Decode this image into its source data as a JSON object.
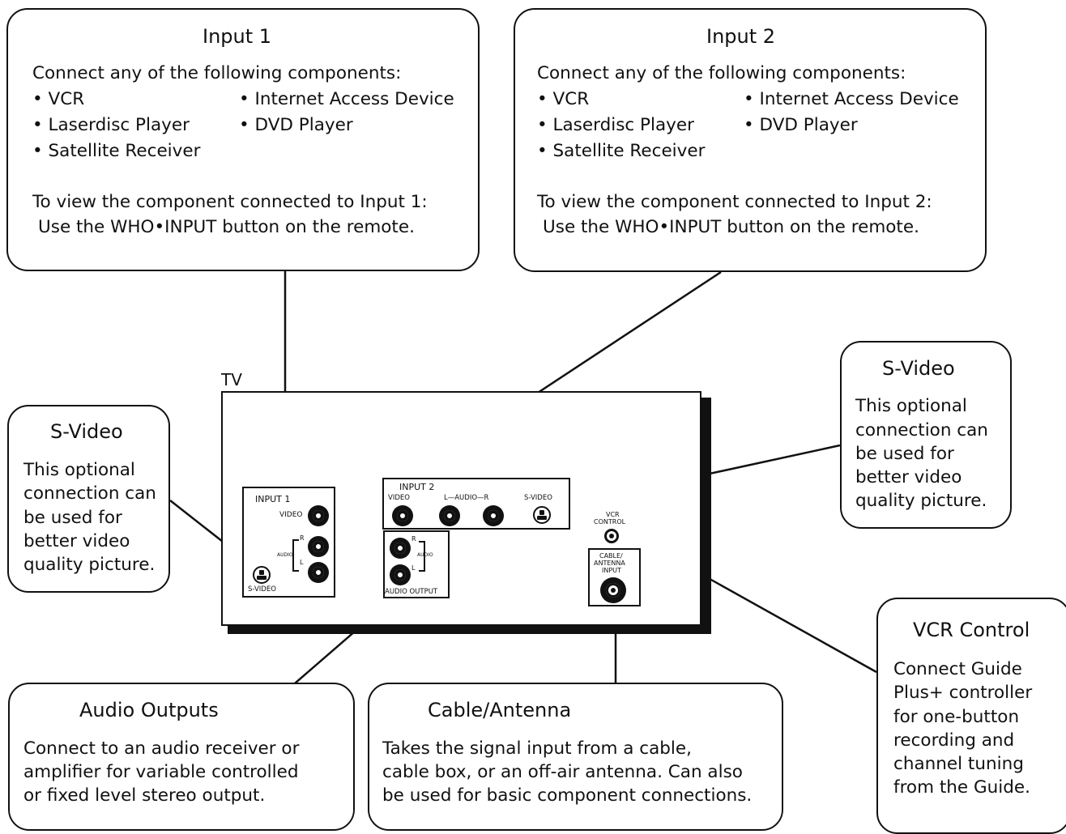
{
  "input1": {
    "title": "Input 1",
    "intro": "Connect any of the following components:",
    "items": [
      "VCR",
      "Laserdisc Player",
      "Satellite Receiver",
      "Internet Access Device",
      "DVD Player"
    ],
    "view_line1": "To view the component connected to Input 1:",
    "view_line2": "Use the WHO•INPUT button on the remote."
  },
  "input2": {
    "title": "Input 2",
    "intro": "Connect any of the following components:",
    "items": [
      "VCR",
      "Laserdisc Player",
      "Satellite Receiver",
      "Internet Access Device",
      "DVD Player"
    ],
    "view_line1": "To view the component connected to Input 2:",
    "view_line2": "Use the WHO•INPUT button on the remote."
  },
  "svideo_left": {
    "title": "S-Video",
    "lines": [
      "This optional",
      "connection can",
      "be used for",
      "better video",
      "quality picture."
    ]
  },
  "svideo_right": {
    "title": "S-Video",
    "lines": [
      "This optional",
      "connection can",
      "be used for",
      "better video",
      "quality picture."
    ]
  },
  "audio_outputs": {
    "title": "Audio Outputs",
    "lines": [
      "Connect to an audio receiver or",
      "amplifier for variable controlled",
      "or fixed level stereo output."
    ]
  },
  "cable_antenna": {
    "title": "Cable/Antenna",
    "lines": [
      "Takes the signal input from a cable,",
      "cable box, or an off-air antenna. Can also",
      "be used for basic component connections."
    ]
  },
  "vcr_control": {
    "title": "VCR Control",
    "lines": [
      "Connect Guide",
      "Plus+ controller",
      "for one-button",
      "recording and",
      "channel tuning",
      "from the Guide."
    ]
  },
  "tv_panel": {
    "tv_label": "TV",
    "input1_label": "INPUT 1",
    "video_label": "VIDEO",
    "r_label": "R",
    "audio_label": "AUDIO",
    "l_label": "L",
    "svideo_label": "S-VIDEO",
    "input2_label": "INPUT 2",
    "input2_video": "VIDEO",
    "input2_audio": "L—AUDIO—R",
    "input2_svideo": "S-VIDEO",
    "audio_output_label": "AUDIO OUTPUT",
    "vcr_control_label_1": "VCR",
    "vcr_control_label_2": "CONTROL",
    "cable_label_1": "CABLE/",
    "cable_label_2": "ANTENNA",
    "cable_label_3": "INPUT"
  }
}
